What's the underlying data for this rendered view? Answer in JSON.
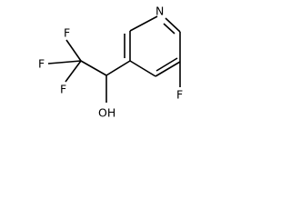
{
  "molecule": {
    "atoms": {
      "n_ring": "N",
      "f_ring": "F",
      "f1": "F",
      "f2": "F",
      "f3": "F",
      "oh": "OH"
    }
  }
}
